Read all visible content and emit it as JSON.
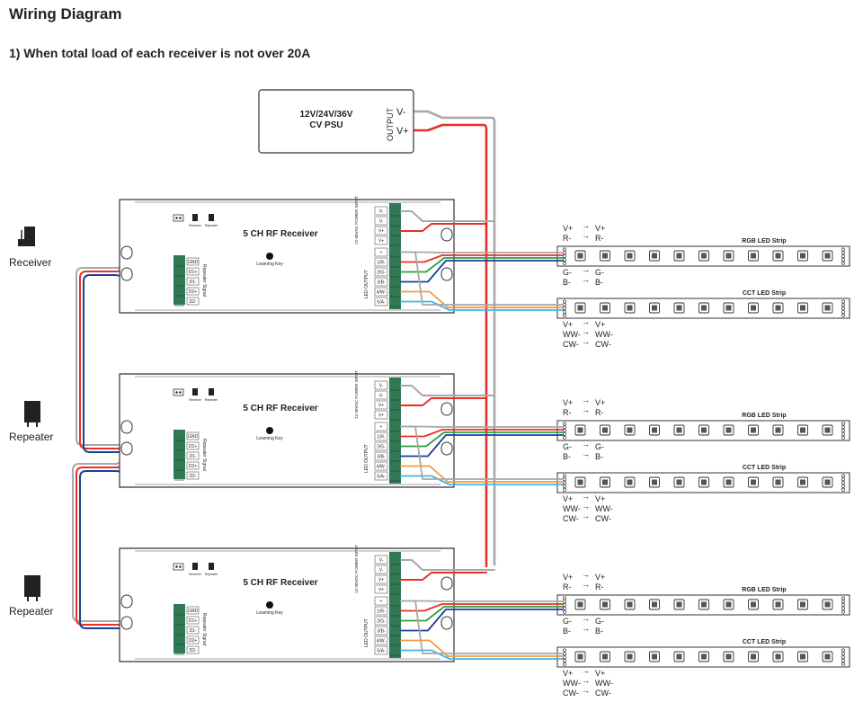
{
  "title": "Wiring Diagram",
  "subtitle": "1) When total load of each receiver is not over 20A",
  "psu": {
    "line1": "12V/24V/36V",
    "line2": "CV PSU",
    "output_label": "OUTPUT",
    "terminals": [
      "V-",
      "V+"
    ]
  },
  "roles": [
    "Receiver",
    "Repeater",
    "Repeater"
  ],
  "receiver": {
    "title": "5 CH RF Receiver",
    "learning_key": "Learning Key",
    "jumper_labels": [
      "Receiver",
      "Repeater"
    ],
    "signal_label": "Repeater Signal",
    "signal_terminals": [
      "GND",
      "D1+",
      "D1-",
      "D2+",
      "D2-"
    ],
    "power_label": "12-36VDC POWER INPUT",
    "power_terminals": [
      "V-",
      "V-",
      "V+",
      "V+"
    ],
    "output_label": "LED OUTPUT",
    "output_terminals": [
      "+",
      "1/R-",
      "2/G-",
      "3/B-",
      "4/W-",
      "5/A-"
    ]
  },
  "rgb_strip": {
    "label": "RGB LED Strip",
    "left_pins": [
      "V+",
      "R-",
      "G-",
      "B-"
    ],
    "right_pins": [
      "V+",
      "R-",
      "G-",
      "B-"
    ]
  },
  "cct_strip": {
    "label": "CCT LED Strip",
    "left_pins": [
      "V+",
      "WW-",
      "CW-"
    ],
    "right_pins": [
      "V+",
      "WW-",
      "CW-"
    ]
  },
  "colors": {
    "red": "#e8302a",
    "gray": "#a8a8a8",
    "blue": "#1d3f9a",
    "green": "#2e9e3e",
    "orange": "#f09a3e",
    "cyan": "#3fb6e8",
    "terminal": "#2f7a55",
    "outline": "#333333"
  }
}
